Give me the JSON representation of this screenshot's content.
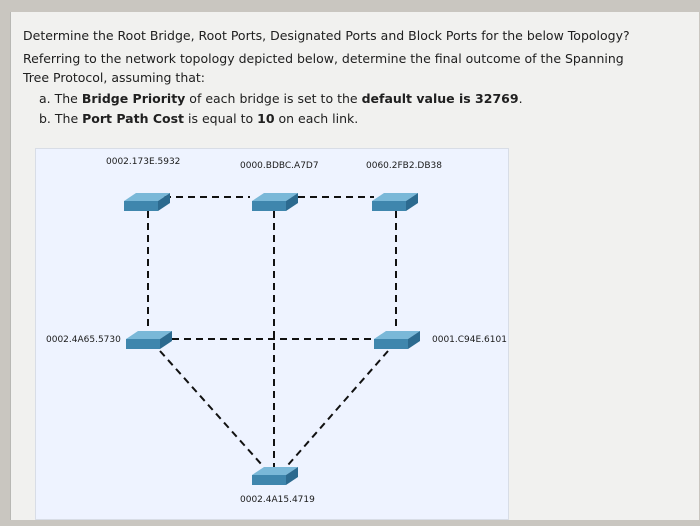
{
  "question": {
    "title": "Determine the Root Bridge, Root Ports, Designated Ports and Block Ports for the below Topology?",
    "intro_line1": "Referring to the network topology depicted below, determine the final outcome of the Spanning",
    "intro_line2": "Tree Protocol, assuming that:",
    "item_a": {
      "prefix": "a. The ",
      "bold1": "Bridge Priority",
      "middle": " of each bridge is set to the ",
      "bold2": "default value is 32769",
      "suffix": "."
    },
    "item_b": {
      "prefix": "b. The ",
      "bold1": "Port Path Cost",
      "middle": " is equal to ",
      "bold2": "10",
      "suffix": " on each link."
    }
  },
  "topology": {
    "switches": {
      "top_left": "0002.173E.5932",
      "top_middle": "0000.BDBC.A7D7",
      "top_right": "0060.2FB2.DB38",
      "mid_left": "0002.4A65.5730",
      "mid_right": "0001.C94E.6101",
      "bottom": "0002.4A15.4719"
    },
    "colors": {
      "switch_top": "#6fb3d6",
      "switch_side": "#2e6f93",
      "link": "#111111",
      "background": "#eef3ff"
    }
  }
}
